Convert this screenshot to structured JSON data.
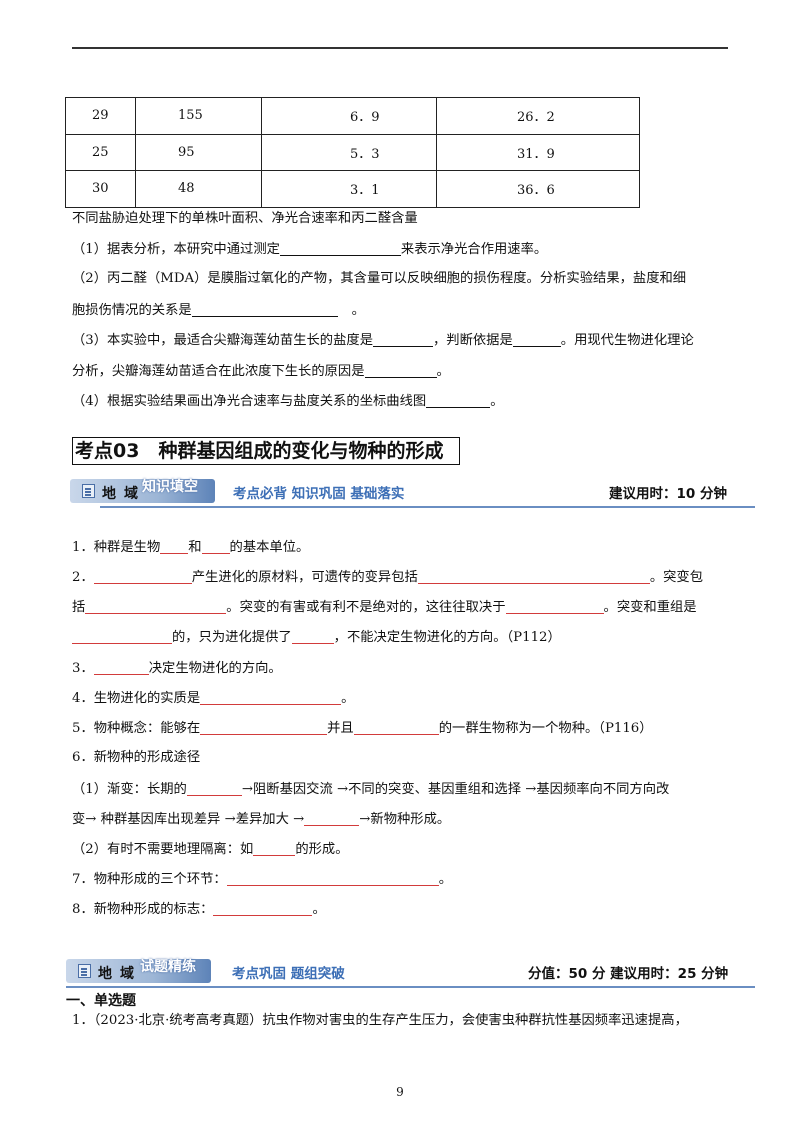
{
  "table": {
    "rows": [
      [
        "29",
        "155",
        "6．9",
        "26．2"
      ],
      [
        "25",
        "95",
        "5．3",
        "31．9"
      ],
      [
        "30",
        "48",
        "3．1",
        "36．6"
      ]
    ]
  },
  "caption": "不同盐胁迫处理下的单株叶面积、净光合速率和丙二醛含量",
  "q1": {
    "a": "（1）据表分析，本研究中通过测定",
    "b": "来表示净光合作用速率。"
  },
  "q2": {
    "l1": "（2）丙二醛（MDA）是膜脂过氧化的产物，其含量可以反映细胞的损伤程度。分析实验结果，盐度和细",
    "l2a": "胞损伤情况的关系是",
    "l2b": "。"
  },
  "q3": {
    "a": "（3）本实验中，最适合尖瓣海莲幼苗生长的盐度是",
    "b": "，判断依据是",
    "c": "。用现代生物进化理论",
    "d": "分析，尖瓣海莲幼苗适合在此浓度下生长的原因是",
    "e": "。"
  },
  "q4": {
    "a": "（4）根据实验结果画出净光合速率与盐度关系的坐标曲线图",
    "b": "。"
  },
  "section_title": "考点03　种群基因组成的变化与物种的形成",
  "banner1": {
    "tag_left": "地域",
    "tag_right": "知识填空",
    "slogan": "考点必背  知识巩固  基础落实",
    "time": "建议用时：10 分钟"
  },
  "items": {
    "i1": {
      "a": "1．种群是生物",
      "b": "和",
      "c": "的基本单位。"
    },
    "i2": {
      "a": "2．",
      "b": "产生进化的原材料，可遗传的变异包括",
      "c": "。突变包",
      "d": "括",
      "e": "。突变的有害或有利不是绝对的，这往往取决于",
      "f": "。突变和重组是",
      "g": "的，只为进化提供了",
      "h": "，不能决定生物进化的方向。（P112）"
    },
    "i3": {
      "a": "3．",
      "b": "决定生物进化的方向。"
    },
    "i4": {
      "a": "4．生物进化的实质是",
      "b": "。"
    },
    "i5": {
      "a": "5．物种概念：能够在",
      "b": "并且",
      "c": "的一群生物称为一个物种。（P116）"
    },
    "i6": {
      "title": "6．新物种的形成途径",
      "a": "（1）渐变：长期的",
      "b": "→阻断基因交流  →不同的突变、基因重组和选择  →基因频率向不同方向改",
      "c": "变→ 种群基因库出现差异  →差异加大  →",
      "d": "→新物种形成。",
      "e": "（2）有时不需要地理隔离：如",
      "f": "的形成。"
    },
    "i7": {
      "a": "7．物种形成的三个环节：",
      "b": "。"
    },
    "i8": {
      "a": "8．新物种形成的标志：",
      "b": "。"
    }
  },
  "banner2": {
    "tag_left": "地域",
    "tag_right": "试题精练",
    "slogan": "考点巩固  题组突破",
    "time": "分值：50 分   建议用时：25 分钟"
  },
  "section2": "一、单选题",
  "q_last": "1．（2023·北京·统考高考真题）抗虫作物对害虫的生存产生压力，会使害虫种群抗性基因频率迅速提高，",
  "page_number": "9"
}
